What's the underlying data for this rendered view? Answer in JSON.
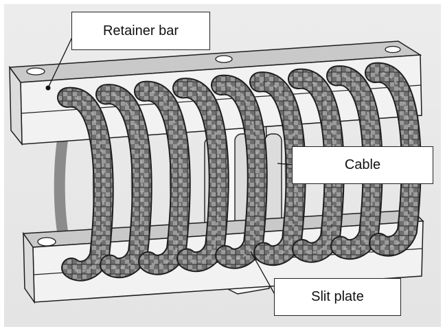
{
  "labels": {
    "retainer_bar": "Retainer bar",
    "cable": "Cable",
    "slit_plate": "Slit plate"
  },
  "colors": {
    "background": "#ececec",
    "bar_top": "#c9c9c9",
    "bar_front": "#f2f2f2",
    "plate": "#f6f6f6",
    "cable_dark": "#3a3a3a",
    "cable_mid": "#7a7a7a",
    "cable_light": "#b5b5b5",
    "outline": "#1e1e1e"
  },
  "cable_coil_count": 9
}
